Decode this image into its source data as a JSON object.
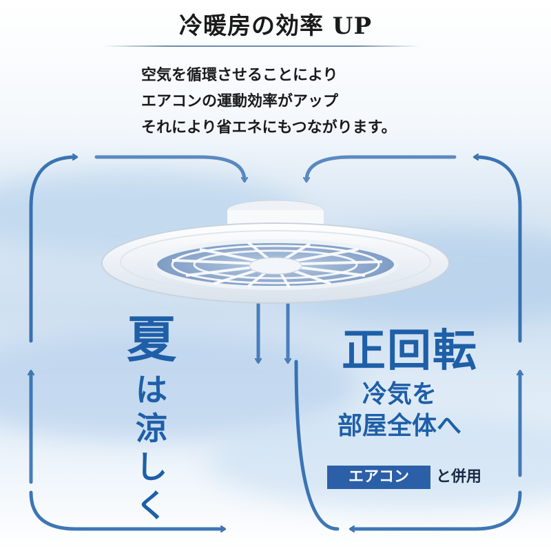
{
  "title": "冷暖房の効率 UP",
  "description": {
    "line1": "空気を循環させることにより",
    "line2": "エアコンの運動効率がアップ",
    "line3": "それにより省エネにもつながります。"
  },
  "summer": {
    "big": "夏",
    "line1": "は",
    "line2": "涼",
    "line3": "し",
    "line4": "く"
  },
  "rotation": {
    "label": "正回転",
    "line1": "冷気を",
    "line2": "部屋全体へ"
  },
  "aircon": {
    "badge": "エアコン",
    "suffix": "と併用"
  },
  "colors": {
    "accent": "#1e5fa8",
    "badge": "#2b60a8"
  }
}
